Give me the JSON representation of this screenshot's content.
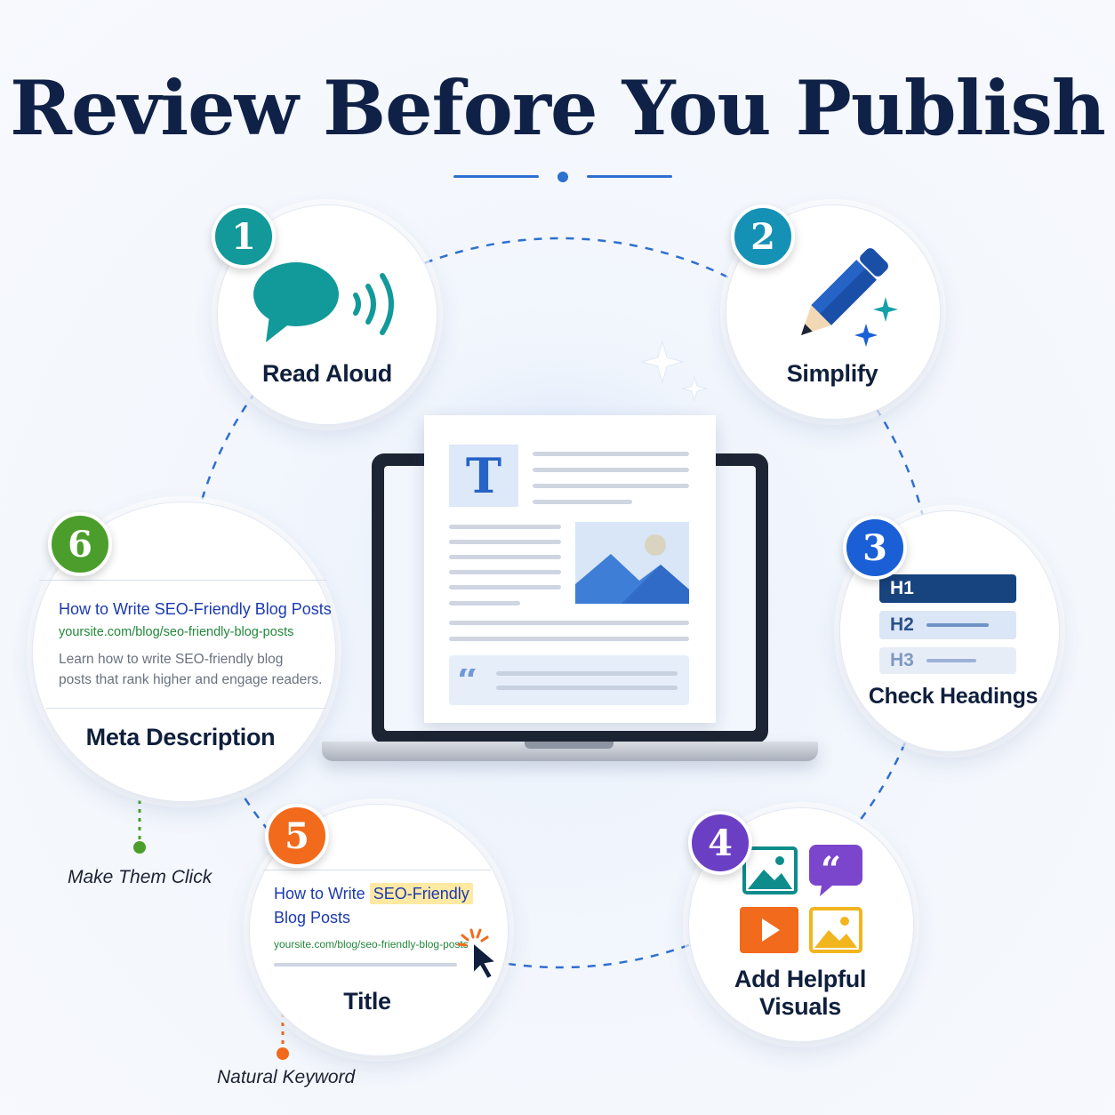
{
  "title": "Review Before You Publish",
  "doc": {
    "big_letter": "T"
  },
  "steps": [
    {
      "number": "1",
      "label": "Read Aloud",
      "color": "#13999a"
    },
    {
      "number": "2",
      "label": "Simplify",
      "color": "#1591b5"
    },
    {
      "number": "3",
      "label": "Check Headings",
      "color": "#1a5fd6",
      "headings": [
        "H1",
        "H2",
        "H3"
      ]
    },
    {
      "number": "4",
      "label_line1": "Add Helpful",
      "label_line2": "Visuals",
      "color": "#6b3fc4"
    },
    {
      "number": "5",
      "label": "Title",
      "color": "#f26a1b",
      "serp_title_plain": "How to Write",
      "serp_title_highlight": "SEO-Friendly",
      "serp_title_line2": "Blog Posts",
      "serp_url": "yoursite.com/blog/seo-friendly-blog-posts",
      "note": "Natural Keyword"
    },
    {
      "number": "6",
      "label": "Meta Description",
      "color": "#4b9e2c",
      "serp_title": "How to Write SEO-Friendly Blog Posts",
      "serp_url": "yoursite.com/blog/seo-friendly-blog-posts",
      "serp_desc_line1": "Learn how to write SEO-friendly blog",
      "serp_desc_line2": "posts that rank higher and engage readers.",
      "note": "Make Them Click"
    }
  ],
  "icons": [
    "speech-bubble-icon",
    "sound-waves-icon",
    "pencil-icon",
    "sparkle-icon",
    "image-icon",
    "quote-icon",
    "play-icon",
    "cursor-click-icon",
    "laptop-icon"
  ]
}
